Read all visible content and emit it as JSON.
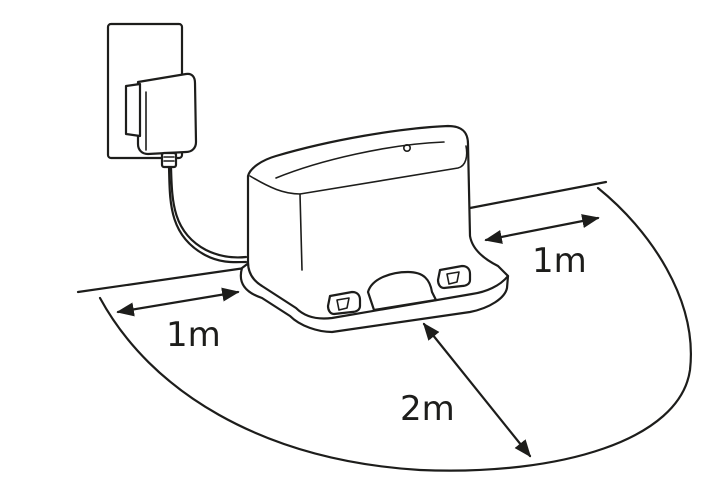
{
  "labels": {
    "left_clearance": "1m",
    "right_clearance": "1m",
    "front_clearance": "2m"
  },
  "colors": {
    "line": "#1d1d1b",
    "background": "#ffffff"
  },
  "icons": [
    "wall-outlet-icon",
    "power-adapter-icon",
    "charging-dock-icon"
  ]
}
